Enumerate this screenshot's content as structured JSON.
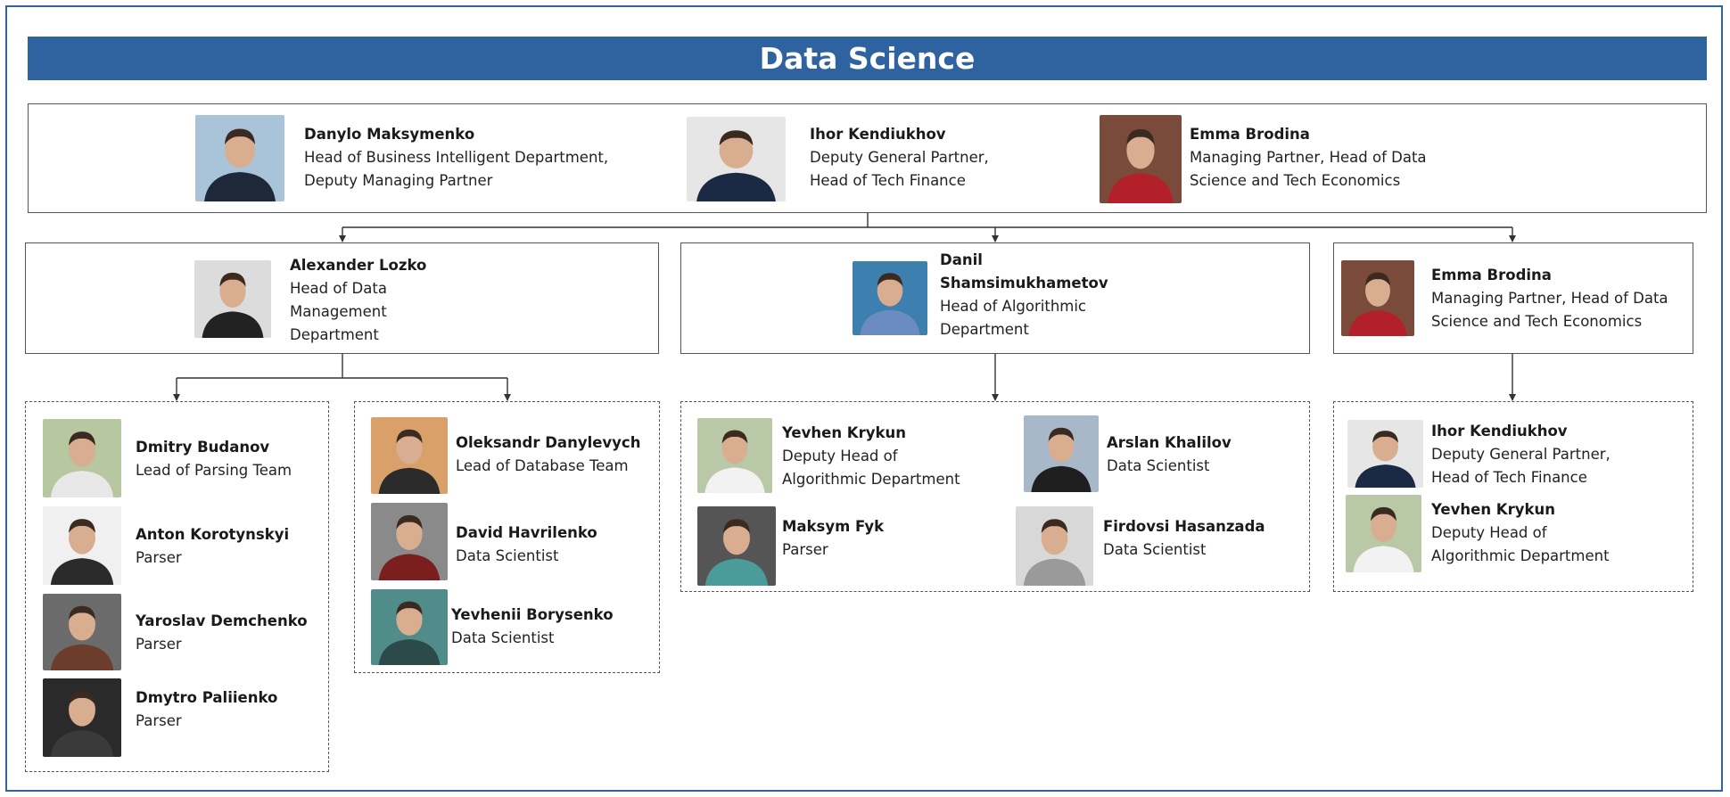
{
  "title": "Data Science",
  "colors": {
    "title_bar": "#2e63a0",
    "frame": "#2f64a0"
  },
  "top_row": [
    {
      "name": "Danylo Maksymenko",
      "role": [
        "Head of Business Intelligent Department,",
        "Deputy Managing Partner"
      ],
      "bg": "#a9c3d9",
      "shirt": "#1d2838"
    },
    {
      "name": "Ihor Kendiukhov",
      "role": [
        "Deputy General Partner,",
        "Head of Tech Finance"
      ],
      "bg": "#e6e6e6",
      "shirt": "#1b2a44"
    },
    {
      "name": "Emma Brodina",
      "role": [
        "Managing Partner, Head of Data",
        "Science and Tech Economics"
      ],
      "bg": "#7a4a3a",
      "shirt": "#b3202a"
    }
  ],
  "departments": [
    {
      "name": "Alexander Lozko",
      "role": [
        "Head of Data",
        "Management",
        "Department"
      ],
      "bg": "#dcdcdc",
      "shirt": "#222222"
    },
    {
      "name": "Danil",
      "name2": "Shamsimukhametov",
      "role": [
        "Head of Algorithmic",
        "Department"
      ],
      "bg": "#3d7fae",
      "shirt": "#6a8cc0"
    },
    {
      "name": "Emma Brodina",
      "role": [
        "Managing Partner, Head of Data",
        "Science and Tech Economics"
      ],
      "bg": "#7a4a3a",
      "shirt": "#b3202a"
    }
  ],
  "teams": [
    {
      "members": [
        {
          "name": "Dmitry Budanov",
          "role": [
            "Lead of Parsing Team"
          ],
          "bg": "#b7c7a0",
          "shirt": "#e8e8e8"
        },
        {
          "name": "Anton Korotynskyi",
          "role": [
            "Parser"
          ],
          "bg": "#f0f0f0",
          "shirt": "#2b2b2b"
        },
        {
          "name": "Yaroslav Demchenko",
          "role": [
            "Parser"
          ],
          "bg": "#6b6b6b",
          "shirt": "#6b3d2a"
        },
        {
          "name": "Dmytro Paliienko",
          "role": [
            "Parser"
          ],
          "bg": "#2a2a2a",
          "shirt": "#3a3a3a"
        }
      ]
    },
    {
      "members": [
        {
          "name": "Oleksandr Danylevych",
          "role": [
            "Lead of Database Team"
          ],
          "bg": "#d9a06a",
          "shirt": "#2b2b2b"
        },
        {
          "name": "David Havrilenko",
          "role": [
            "Data Scientist"
          ],
          "bg": "#8a8a8a",
          "shirt": "#7a1e1e"
        },
        {
          "name": "Yevhenii Borysenko",
          "role": [
            "Data Scientist"
          ],
          "bg": "#4f8c8a",
          "shirt": "#2d4a4a"
        }
      ]
    },
    {
      "members": [
        {
          "name": "Yevhen Krykun",
          "role": [
            "Deputy Head of",
            "Algorithmic Department"
          ],
          "bg": "#b9c9a8",
          "shirt": "#f2f2f2"
        },
        {
          "name": "Maksym Fyk",
          "role": [
            "Parser"
          ],
          "bg": "#555555",
          "shirt": "#4b9b9b"
        },
        {
          "name": "Arslan Khalilov",
          "role": [
            "Data Scientist"
          ],
          "bg": "#a8b8c8",
          "shirt": "#1f1f1f"
        },
        {
          "name": "Firdovsi Hasanzada",
          "role": [
            "Data Scientist"
          ],
          "bg": "#d8d8d8",
          "shirt": "#9a9a9a"
        }
      ]
    },
    {
      "members": [
        {
          "name": "Ihor Kendiukhov",
          "role": [
            "Deputy General Partner,",
            "Head of Tech Finance"
          ],
          "bg": "#e6e6e6",
          "shirt": "#1b2a44"
        },
        {
          "name": "Yevhen Krykun",
          "role": [
            "Deputy Head of",
            "Algorithmic Department"
          ],
          "bg": "#b9c9a8",
          "shirt": "#f2f2f2"
        }
      ]
    }
  ]
}
